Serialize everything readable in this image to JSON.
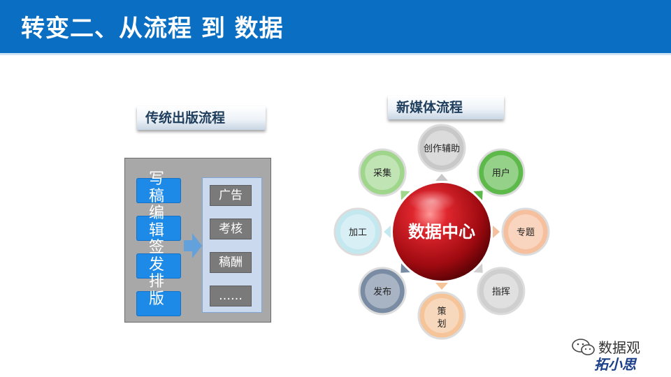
{
  "header": {
    "title": "转变二、从流程 到 数据"
  },
  "traditional": {
    "label": "传统出版流程",
    "steps_text": "写稿编辑签发排版",
    "items": [
      "广告",
      "考核",
      "稿酬",
      "……"
    ]
  },
  "new_media": {
    "label": "新媒体流程",
    "center": "数据中心",
    "nodes": [
      "创作辅助",
      "用户",
      "专题",
      "指挥",
      "策划",
      "发布",
      "加工",
      "采集"
    ],
    "colors": {
      "center": "#c0141d",
      "创作辅助": "#c8c8c8",
      "用户": "#5cb94a",
      "专题": "#f6bf9d",
      "指挥": "#cfcfcf",
      "策划": "#f5c498",
      "发布": "#7a8ca4",
      "加工": "#c4e8f0",
      "采集": "#9fd68c"
    }
  },
  "brand": {
    "name": "数据观",
    "script": "拓小思"
  }
}
